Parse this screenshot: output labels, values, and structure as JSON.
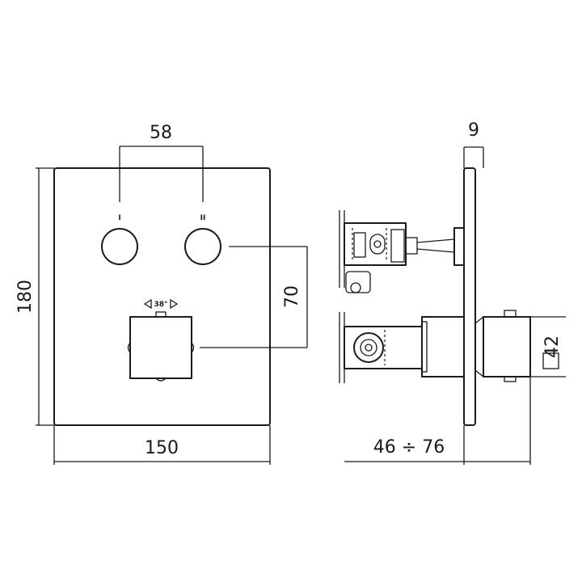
{
  "dimensions": {
    "knob_spacing": "58",
    "plate_height": "180",
    "knob_offset": "70",
    "plate_width": "150",
    "plate_thickness": "9",
    "square_size": "42",
    "wall_depth": "46 ÷ 76"
  },
  "marks": {
    "knob_1": "I",
    "knob_2": "II",
    "rotation": "38°"
  }
}
